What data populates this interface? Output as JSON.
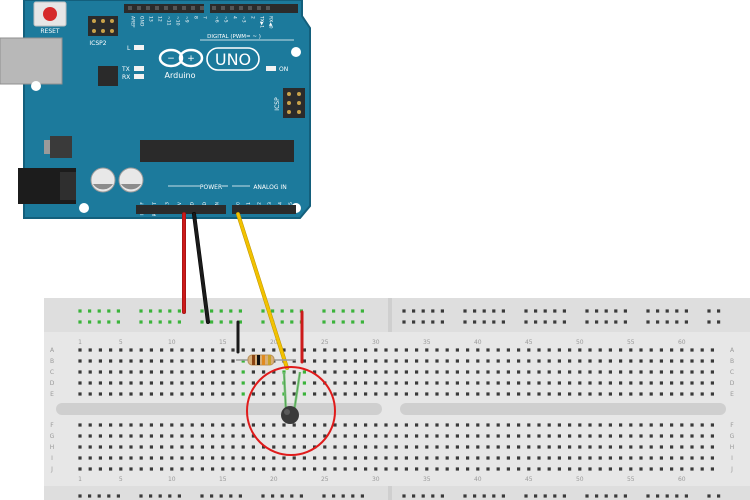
{
  "board": {
    "reset_label": "RESET",
    "icsp2_label": "ICSP2",
    "digital_label": "DIGITAL (PWM= ~ )",
    "digital_pins": [
      "AREF",
      "GND",
      "13",
      "12",
      "~11",
      "~10",
      "~9",
      "8",
      "7",
      "~6",
      "~5",
      "4",
      "~3",
      "2",
      "TX▶1",
      "RX◀0"
    ],
    "led_l": "L",
    "led_tx": "TX",
    "led_rx": "RX",
    "brand": "Arduino",
    "model": "UNO",
    "on_label": "ON",
    "icsp_label": "ICSP",
    "power_label": "POWER",
    "power_pins": [
      "IOREF",
      "RESET",
      "3V3",
      "5V",
      "GND",
      "GND",
      "VIN"
    ],
    "analog_label": "ANALOG IN",
    "analog_pins": [
      "A0",
      "A1",
      "A2",
      "A3",
      "A4",
      "A5"
    ],
    "colors": {
      "pcb": "#1c7a9c",
      "pcb_edge": "#135f7c",
      "header": "#2b2b2b",
      "silk": "#ffffff",
      "usb": "#b5b5b5",
      "reset_button": "#d62a2a"
    }
  },
  "breadboard": {
    "column_numbers": [
      "1",
      "5",
      "10",
      "15",
      "20",
      "25",
      "30",
      "35",
      "40",
      "45",
      "50",
      "55",
      "60"
    ],
    "row_letters_top": [
      "A",
      "B",
      "C",
      "D",
      "E"
    ],
    "row_letters_bottom": [
      "F",
      "G",
      "H",
      "I",
      "J"
    ],
    "colors": {
      "body": "#e7e7e7",
      "rail": "#dcdcdc",
      "hole": "#3a3a3a",
      "connected_hole": "#3bb33b",
      "groove": "#cfcfcf",
      "label": "#9a9a9a"
    }
  },
  "wires": [
    {
      "name": "5v-wire",
      "color": "#cc1a1a"
    },
    {
      "name": "gnd-wire",
      "color": "#1a1a1a"
    },
    {
      "name": "a0-wire",
      "color": "#f2c200"
    },
    {
      "name": "ground-jumper",
      "color": "#1a1a1a"
    },
    {
      "name": "power-jumper",
      "color": "#cc1a1a"
    }
  ],
  "components": {
    "resistor": {
      "body_color": "#d8b07a",
      "bands": [
        "#8b4513",
        "#111111",
        "#e08a1e",
        "#c9a227"
      ]
    },
    "thermistor": {
      "body_color": "#3a3a3a",
      "lead_color": "#7fc97f"
    },
    "highlight_circle": {
      "color": "#e01b1b"
    }
  }
}
